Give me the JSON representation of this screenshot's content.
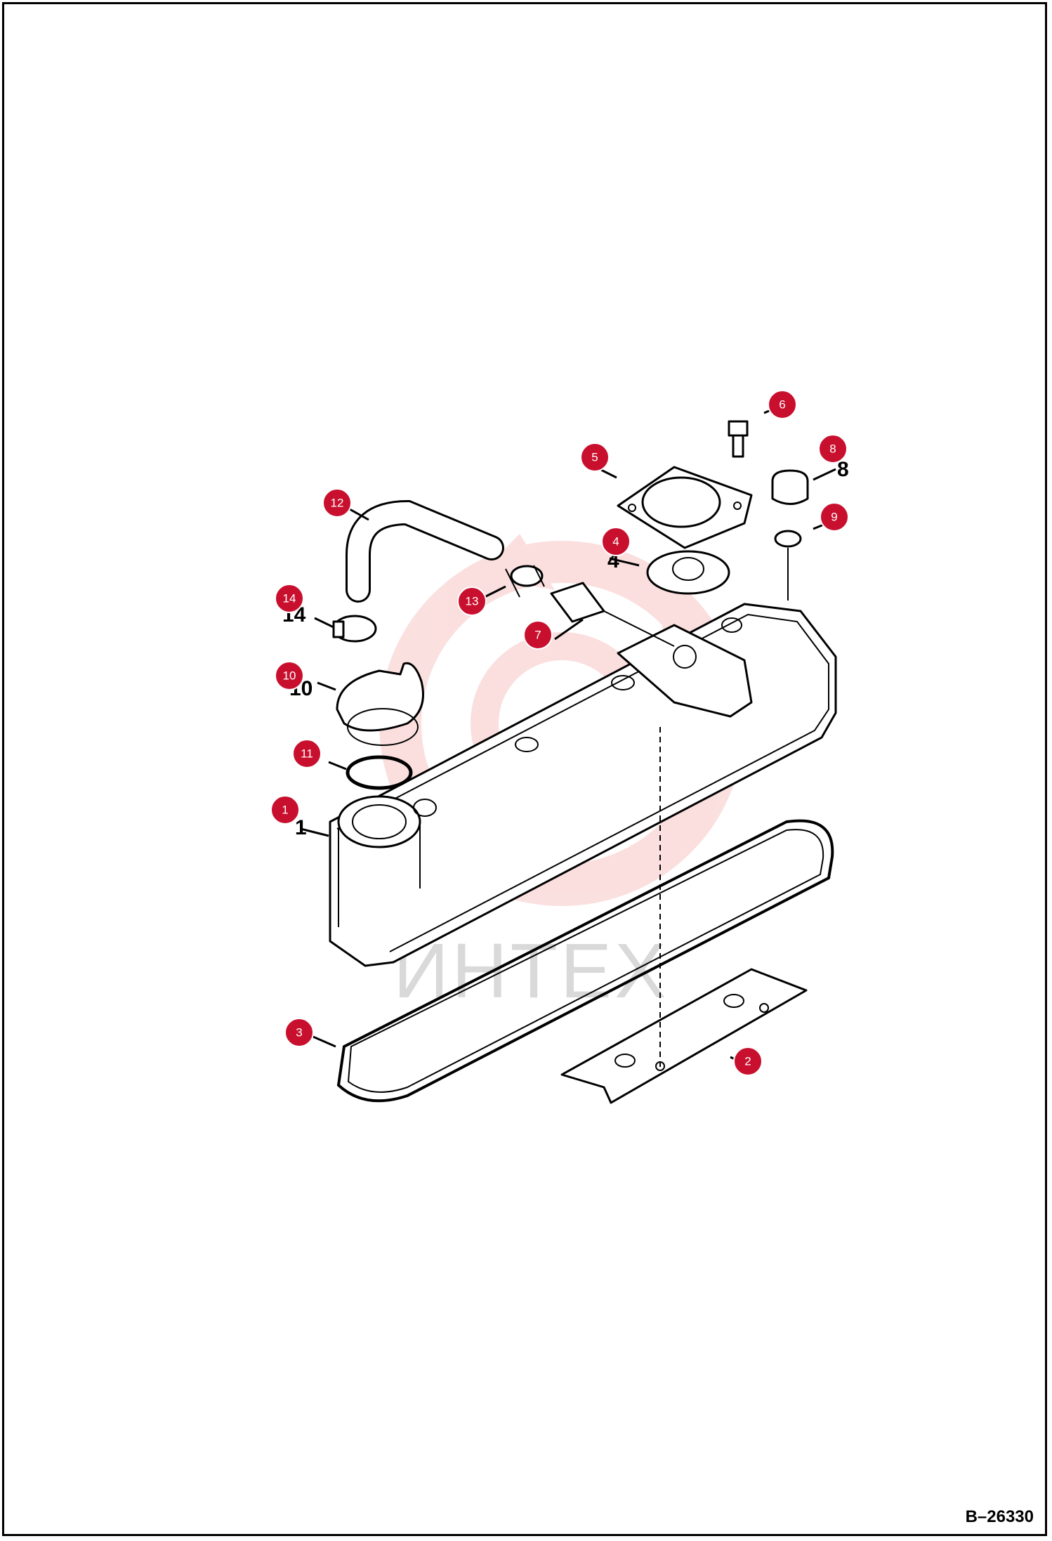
{
  "reference_number": "B–26330",
  "watermark": "ИНТЕХ",
  "colors": {
    "marker": "#c8102e",
    "watermark": "#d9d9d9",
    "line": "#000000"
  },
  "callouts": [
    {
      "number": "1"
    },
    {
      "number": "2"
    },
    {
      "number": "3"
    },
    {
      "number": "4"
    },
    {
      "number": "5"
    },
    {
      "number": "6"
    },
    {
      "number": "7"
    },
    {
      "number": "8"
    },
    {
      "number": "9"
    },
    {
      "number": "10"
    },
    {
      "number": "11"
    },
    {
      "number": "12"
    },
    {
      "number": "13"
    },
    {
      "number": "14"
    }
  ],
  "printed_labels": {
    "l1": "1",
    "l4": "4",
    "l8": "8",
    "l10": "10",
    "l14": "14"
  }
}
